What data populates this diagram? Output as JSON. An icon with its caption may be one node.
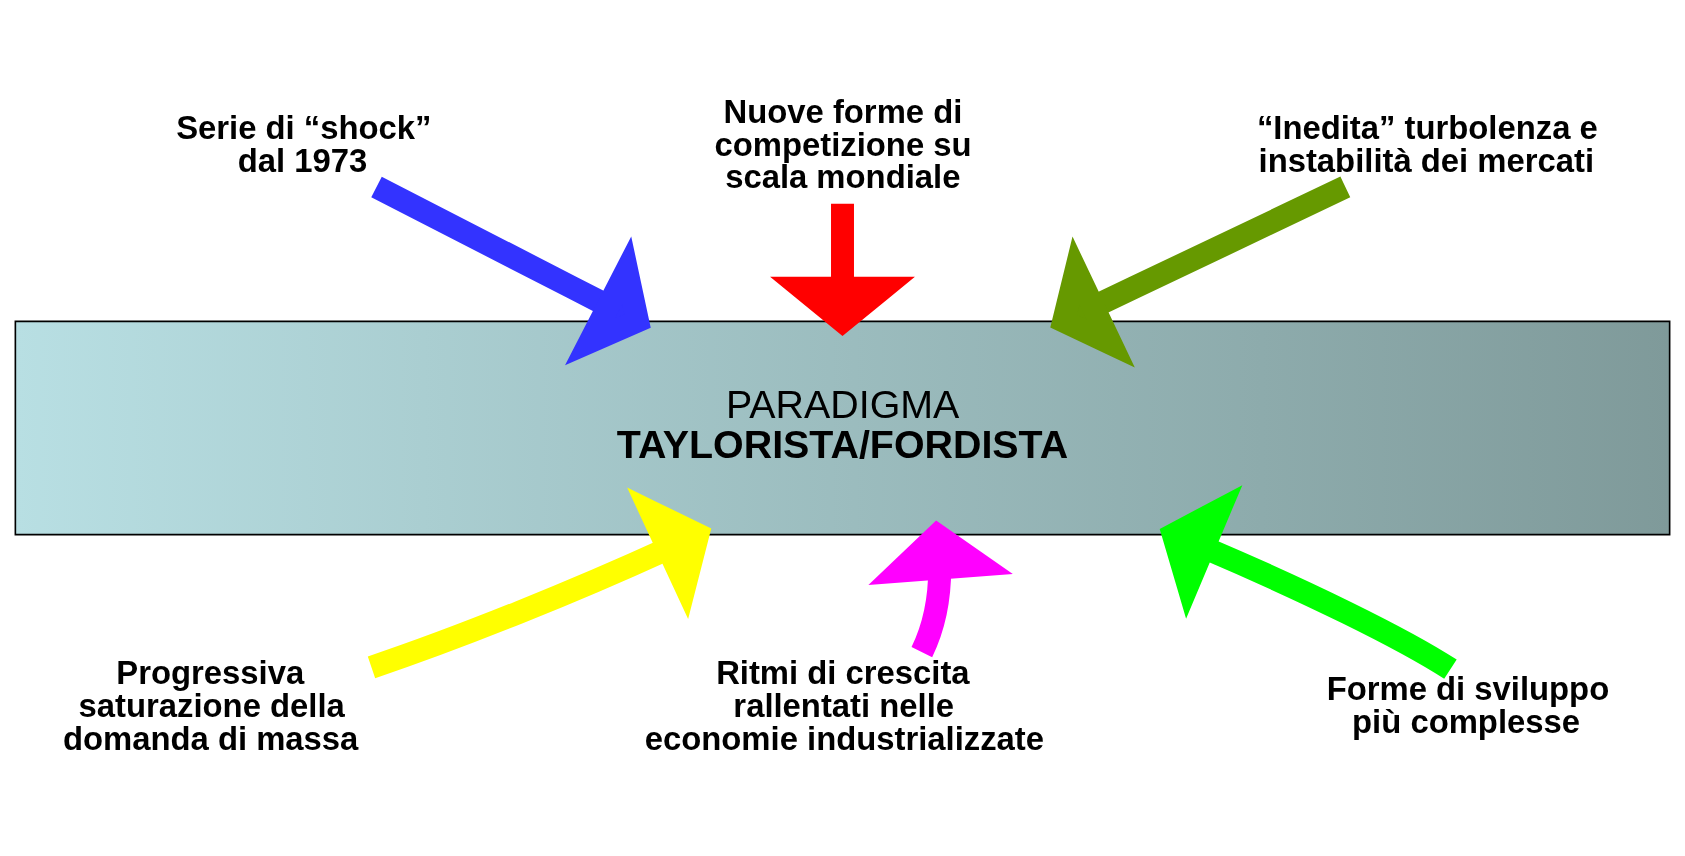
{
  "diagram": {
    "nodes": [
      {
        "text": [
          "Serie di “shock” dal 1973"
        ]
      },
      {
        "text": [
          "Nuove forme di competizione su scala mondiale"
        ]
      },
      {
        "text": [
          "“Inedita” turbolenza e instabilità dei mercati"
        ]
      },
      {
        "text": [
          "PARADIGMA",
          "TAYLORISTA/FORDISTA"
        ]
      },
      {
        "text": [
          "Progressiva saturazione della domanda di massa"
        ]
      },
      {
        "text": [
          "Ritmi di crescita rallentati nelle economie industrializzate"
        ]
      },
      {
        "text": [
          "Forme di sviluppo più complesse"
        ]
      }
    ],
    "edges": [
      {
        "from": 0,
        "to": 3,
        "arrow": "to",
        "color": "#3333ff"
      },
      {
        "from": 1,
        "to": 3,
        "arrow": "to",
        "color": "#ff0000"
      },
      {
        "from": 2,
        "to": 3,
        "arrow": "to",
        "color": "#669900"
      },
      {
        "from": 4,
        "to": 3,
        "arrow": "to",
        "color": "#ffff00"
      },
      {
        "from": 5,
        "to": 3,
        "arrow": "to",
        "color": "#ff00ff"
      },
      {
        "from": 6,
        "to": 3,
        "arrow": "to",
        "color": "#00ff00"
      }
    ]
  }
}
